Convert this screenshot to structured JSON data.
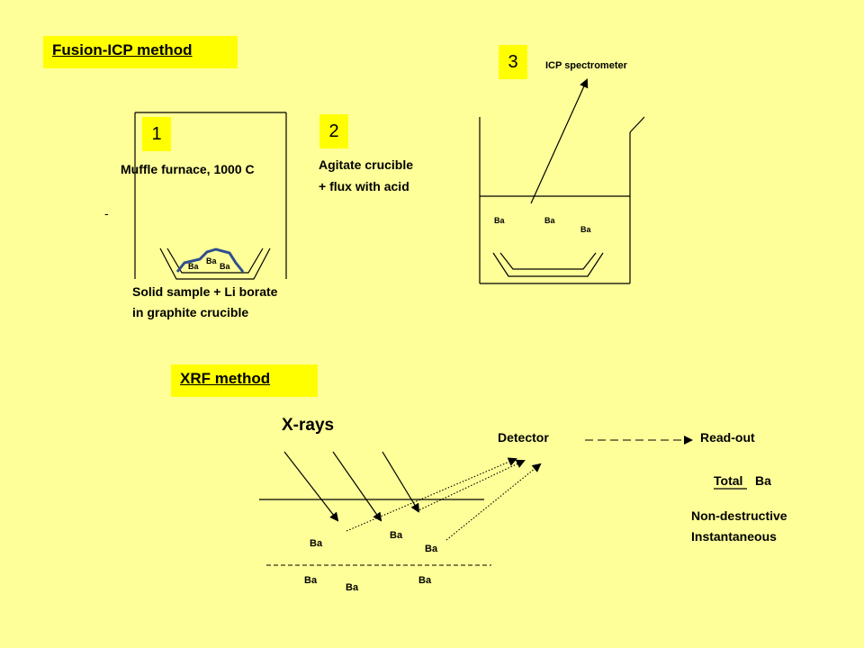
{
  "fusion": {
    "title": "Fusion-ICP  method",
    "step1": "1",
    "step2": "2",
    "step3": "3",
    "furnace_label": "Muffle furnace, 1000 C",
    "dash": "-",
    "sample_line1": "Solid sample + Li borate",
    "sample_line2": "in graphite crucible",
    "agitate_line1": "Agitate crucible",
    "agitate_line2": "+ flux with acid",
    "icp_label": "ICP spectrometer",
    "ba": "Ba"
  },
  "xrf": {
    "title": "XRF method",
    "xrays": "X-rays",
    "detector": "Detector",
    "readout": "Read-out",
    "total_word": "Total",
    "total_ba": "Ba",
    "nondestructive": "Non-destructive",
    "instantaneous": "Instantaneous",
    "ba": "Ba"
  },
  "colors": {
    "background": "#FFFF99",
    "highlight": "#FFFF00",
    "melt": "#2F4F8F"
  }
}
